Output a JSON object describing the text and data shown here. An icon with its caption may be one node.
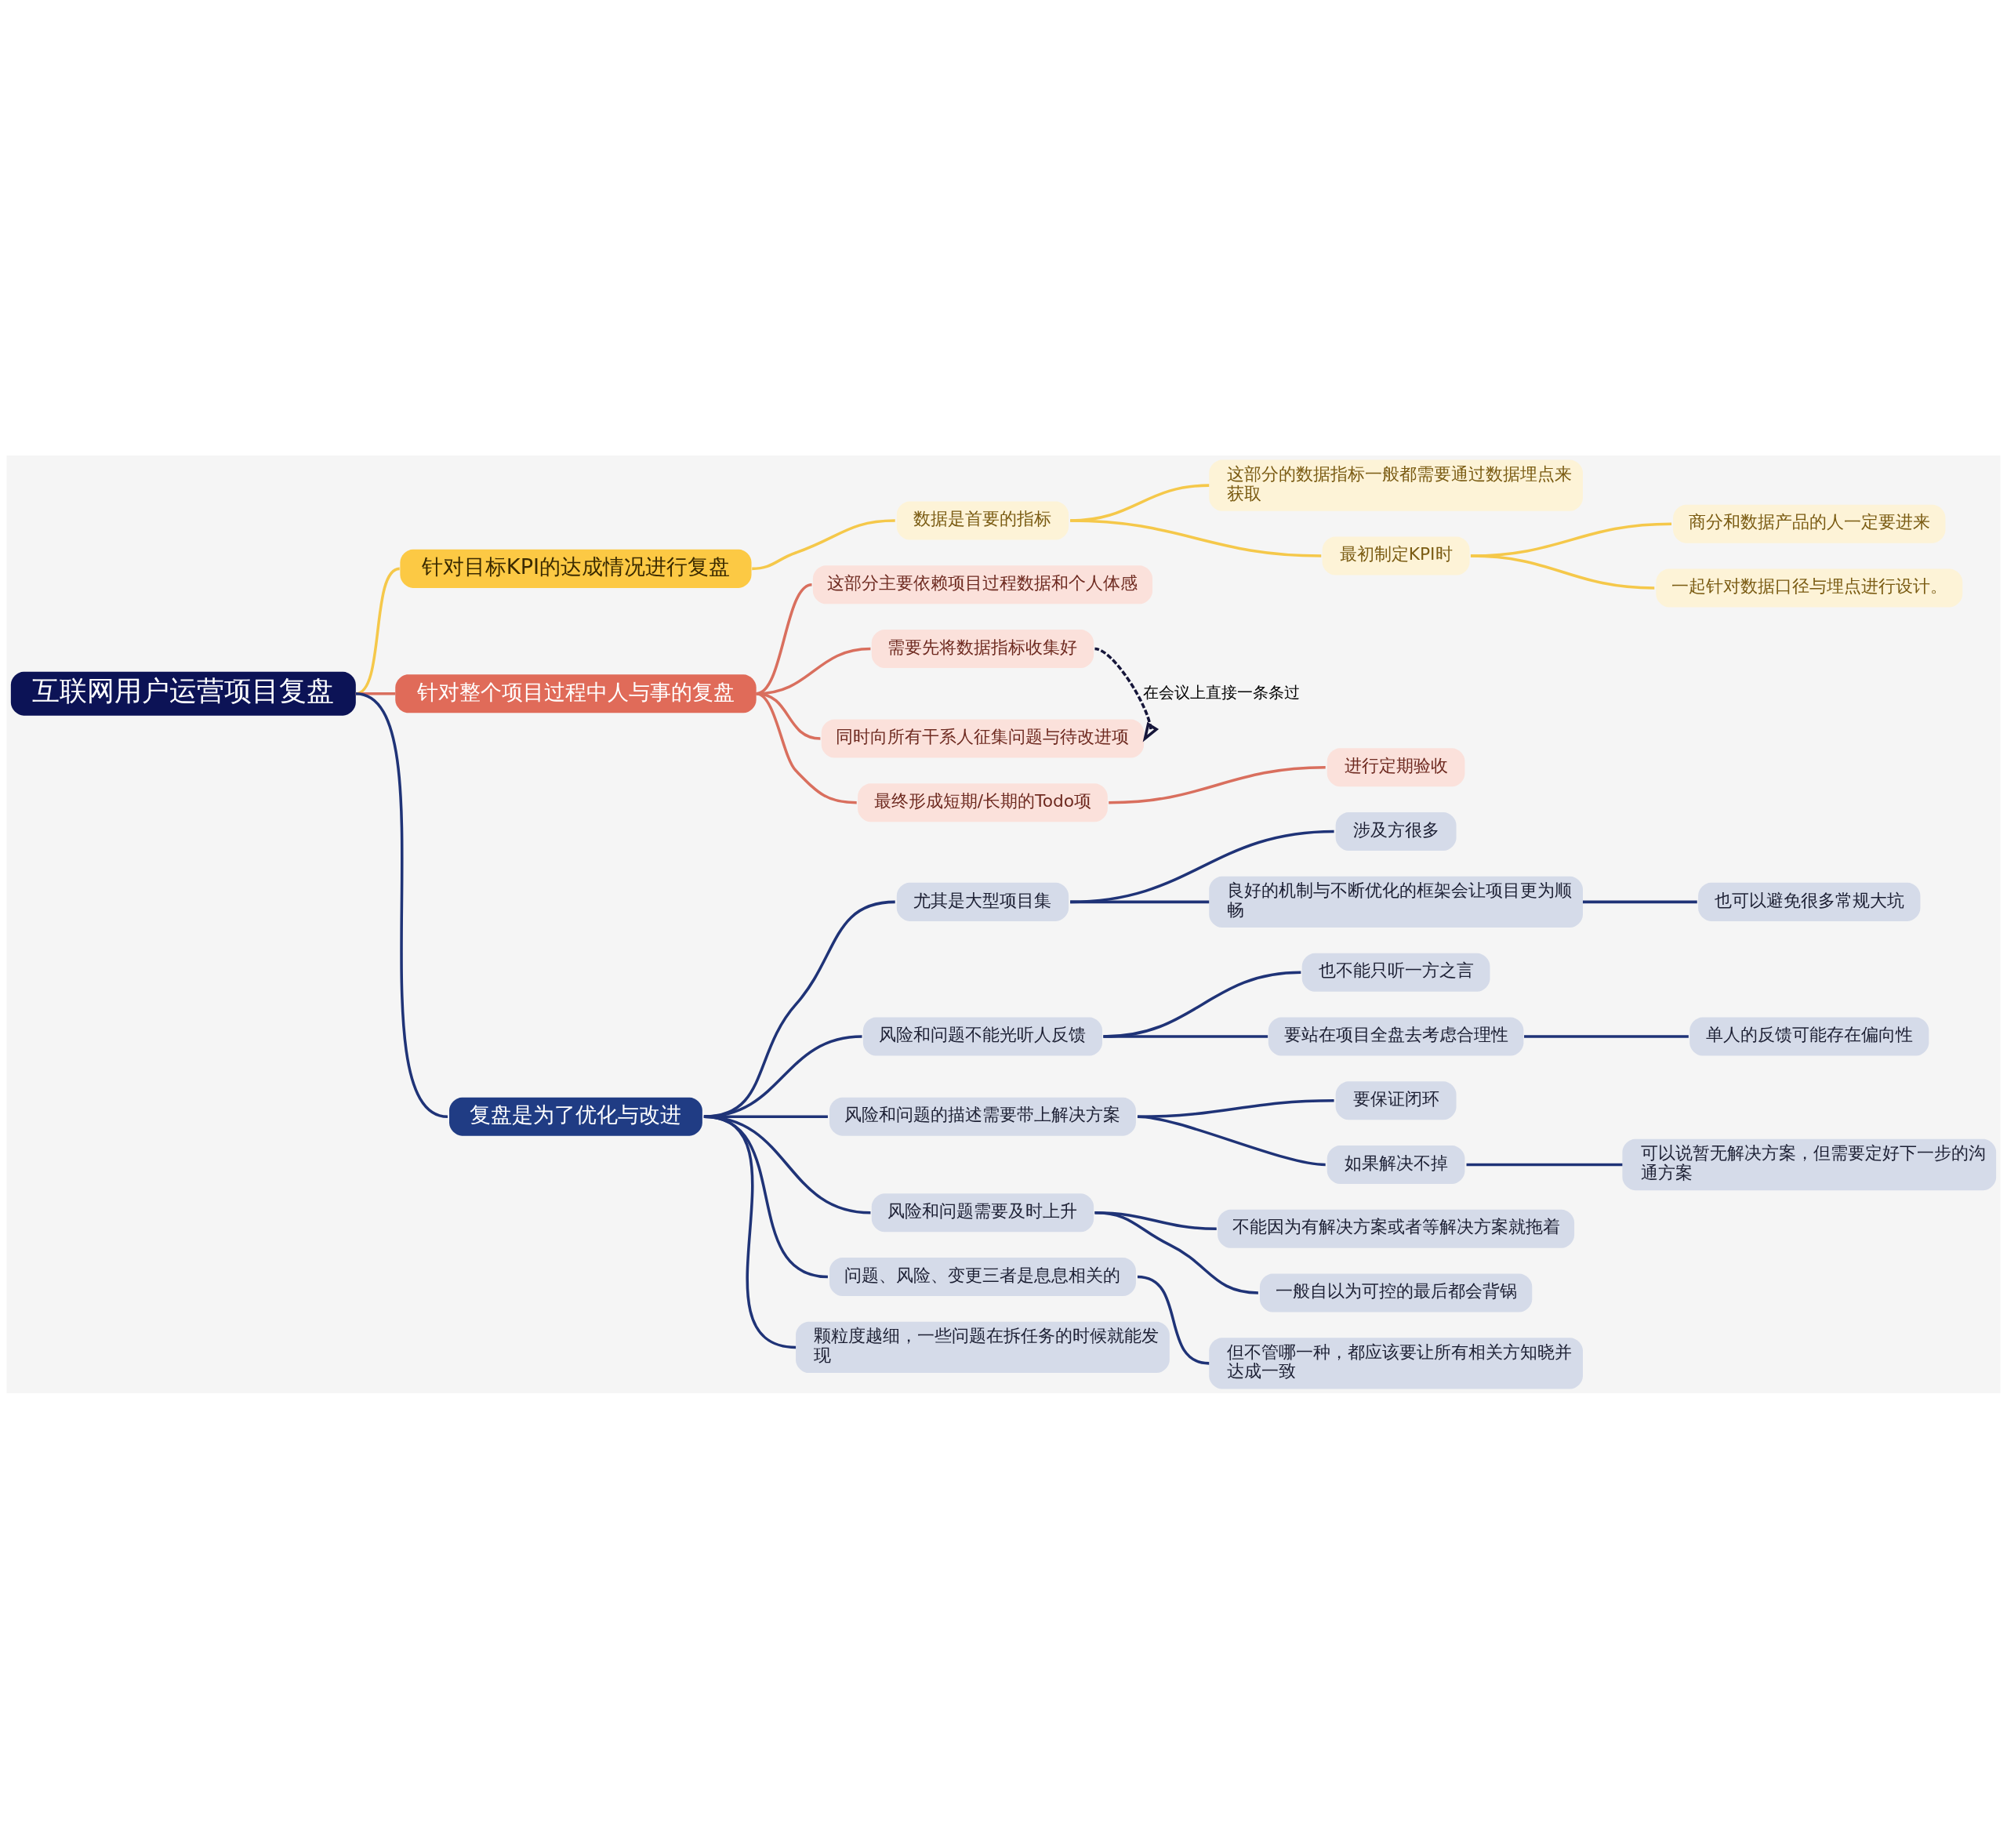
{
  "diagram": {
    "nodes": [
      {
        "text": [
          "互联网用户运营项目复盘"
        ]
      },
      {
        "text": [
          "针对目标KPI的达成情况进行复盘"
        ]
      },
      {
        "text": [
          "数据是首要的指标"
        ]
      },
      {
        "text": [
          "这部分的数据指标一般都需要通过数据埋点来获取"
        ]
      },
      {
        "text": [
          "最初制定KPI时"
        ]
      },
      {
        "text": [
          "商分和数据产品的人一定要进来"
        ]
      },
      {
        "text": [
          "一起针对数据口径与埋点进行设计。"
        ]
      },
      {
        "text": [
          "针对整个项目过程中人与事的复盘"
        ]
      },
      {
        "text": [
          "这部分主要依赖项目过程数据和个人体感"
        ]
      },
      {
        "text": [
          "需要先将数据指标收集好"
        ]
      },
      {
        "text": [
          "同时向所有干系人征集问题与待改进项"
        ]
      },
      {
        "text": [
          "最终形成短期/长期的Todo项"
        ]
      },
      {
        "text": [
          "进行定期验收"
        ]
      },
      {
        "text": [
          "复盘是为了优化与改进"
        ]
      },
      {
        "text": [
          "尤其是大型项目集"
        ]
      },
      {
        "text": [
          "涉及方很多"
        ]
      },
      {
        "text": [
          "良好的机制与不断优化的框架会让项目更为顺畅"
        ]
      },
      {
        "text": [
          "也可以避免很多常规大坑"
        ]
      },
      {
        "text": [
          "风险和问题不能光听人反馈"
        ]
      },
      {
        "text": [
          "也不能只听一方之言"
        ]
      },
      {
        "text": [
          "要站在项目全盘去考虑合理性"
        ]
      },
      {
        "text": [
          "单人的反馈可能存在偏向性"
        ]
      },
      {
        "text": [
          "风险和问题的描述需要带上解决方案"
        ]
      },
      {
        "text": [
          "要保证闭环"
        ]
      },
      {
        "text": [
          "如果解决不掉"
        ]
      },
      {
        "text": [
          "可以说暂无解决方案，但需要定好下一步的沟通方案"
        ]
      },
      {
        "text": [
          "风险和问题需要及时上升"
        ]
      },
      {
        "text": [
          "不能因为有解决方案或者等解决方案就拖着"
        ]
      },
      {
        "text": [
          "一般自以为可控的最后都会背锅"
        ]
      },
      {
        "text": [
          "问题、风险、变更三者是息息相关的"
        ]
      },
      {
        "text": [
          "但不管哪一种，都应该要让所有相关方知晓并达成一致"
        ]
      },
      {
        "text": [
          "颗粒度越细，一些问题在拆任务的时候就能发现"
        ]
      }
    ],
    "edges": [
      {
        "from": 0,
        "to": 1,
        "arrow": "none",
        "color": "#f5c84a"
      },
      {
        "from": 1,
        "to": 2,
        "arrow": "none",
        "color": "#f5c84a"
      },
      {
        "from": 2,
        "to": 3,
        "arrow": "none",
        "color": "#f5c84a"
      },
      {
        "from": 2,
        "to": 4,
        "arrow": "none",
        "color": "#f5c84a"
      },
      {
        "from": 4,
        "to": 5,
        "arrow": "none",
        "color": "#f5c84a"
      },
      {
        "from": 4,
        "to": 6,
        "arrow": "none",
        "color": "#f5c84a"
      },
      {
        "from": 0,
        "to": 7,
        "arrow": "none",
        "color": "#d96f5e"
      },
      {
        "from": 7,
        "to": 8,
        "arrow": "none",
        "color": "#d96f5e"
      },
      {
        "from": 7,
        "to": 9,
        "arrow": "none",
        "color": "#d96f5e"
      },
      {
        "from": 7,
        "to": 10,
        "arrow": "none",
        "color": "#d96f5e"
      },
      {
        "from": 9,
        "to": 10,
        "arrow": "to",
        "label": "在会议上直接一条条过",
        "style": "dashed",
        "color": "#16163a"
      },
      {
        "from": 7,
        "to": 11,
        "arrow": "none",
        "color": "#d96f5e"
      },
      {
        "from": 11,
        "to": 12,
        "arrow": "none",
        "color": "#d96f5e"
      },
      {
        "from": 0,
        "to": 13,
        "arrow": "none"
      },
      {
        "from": 13,
        "to": 14,
        "arrow": "none"
      },
      {
        "from": 14,
        "to": 15,
        "arrow": "none"
      },
      {
        "from": 14,
        "to": 16,
        "arrow": "none"
      },
      {
        "from": 16,
        "to": 17,
        "arrow": "none"
      },
      {
        "from": 13,
        "to": 18,
        "arrow": "none"
      },
      {
        "from": 18,
        "to": 19,
        "arrow": "none"
      },
      {
        "from": 18,
        "to": 20,
        "arrow": "none"
      },
      {
        "from": 20,
        "to": 21,
        "arrow": "none"
      },
      {
        "from": 13,
        "to": 22,
        "arrow": "none"
      },
      {
        "from": 22,
        "to": 23,
        "arrow": "none"
      },
      {
        "from": 22,
        "to": 24,
        "arrow": "none"
      },
      {
        "from": 24,
        "to": 25,
        "arrow": "none"
      },
      {
        "from": 13,
        "to": 26,
        "arrow": "none"
      },
      {
        "from": 26,
        "to": 27,
        "arrow": "none"
      },
      {
        "from": 26,
        "to": 28,
        "arrow": "none"
      },
      {
        "from": 13,
        "to": 29,
        "arrow": "none"
      },
      {
        "from": 29,
        "to": 30,
        "arrow": "none"
      },
      {
        "from": 13,
        "to": 31,
        "arrow": "none"
      }
    ]
  }
}
